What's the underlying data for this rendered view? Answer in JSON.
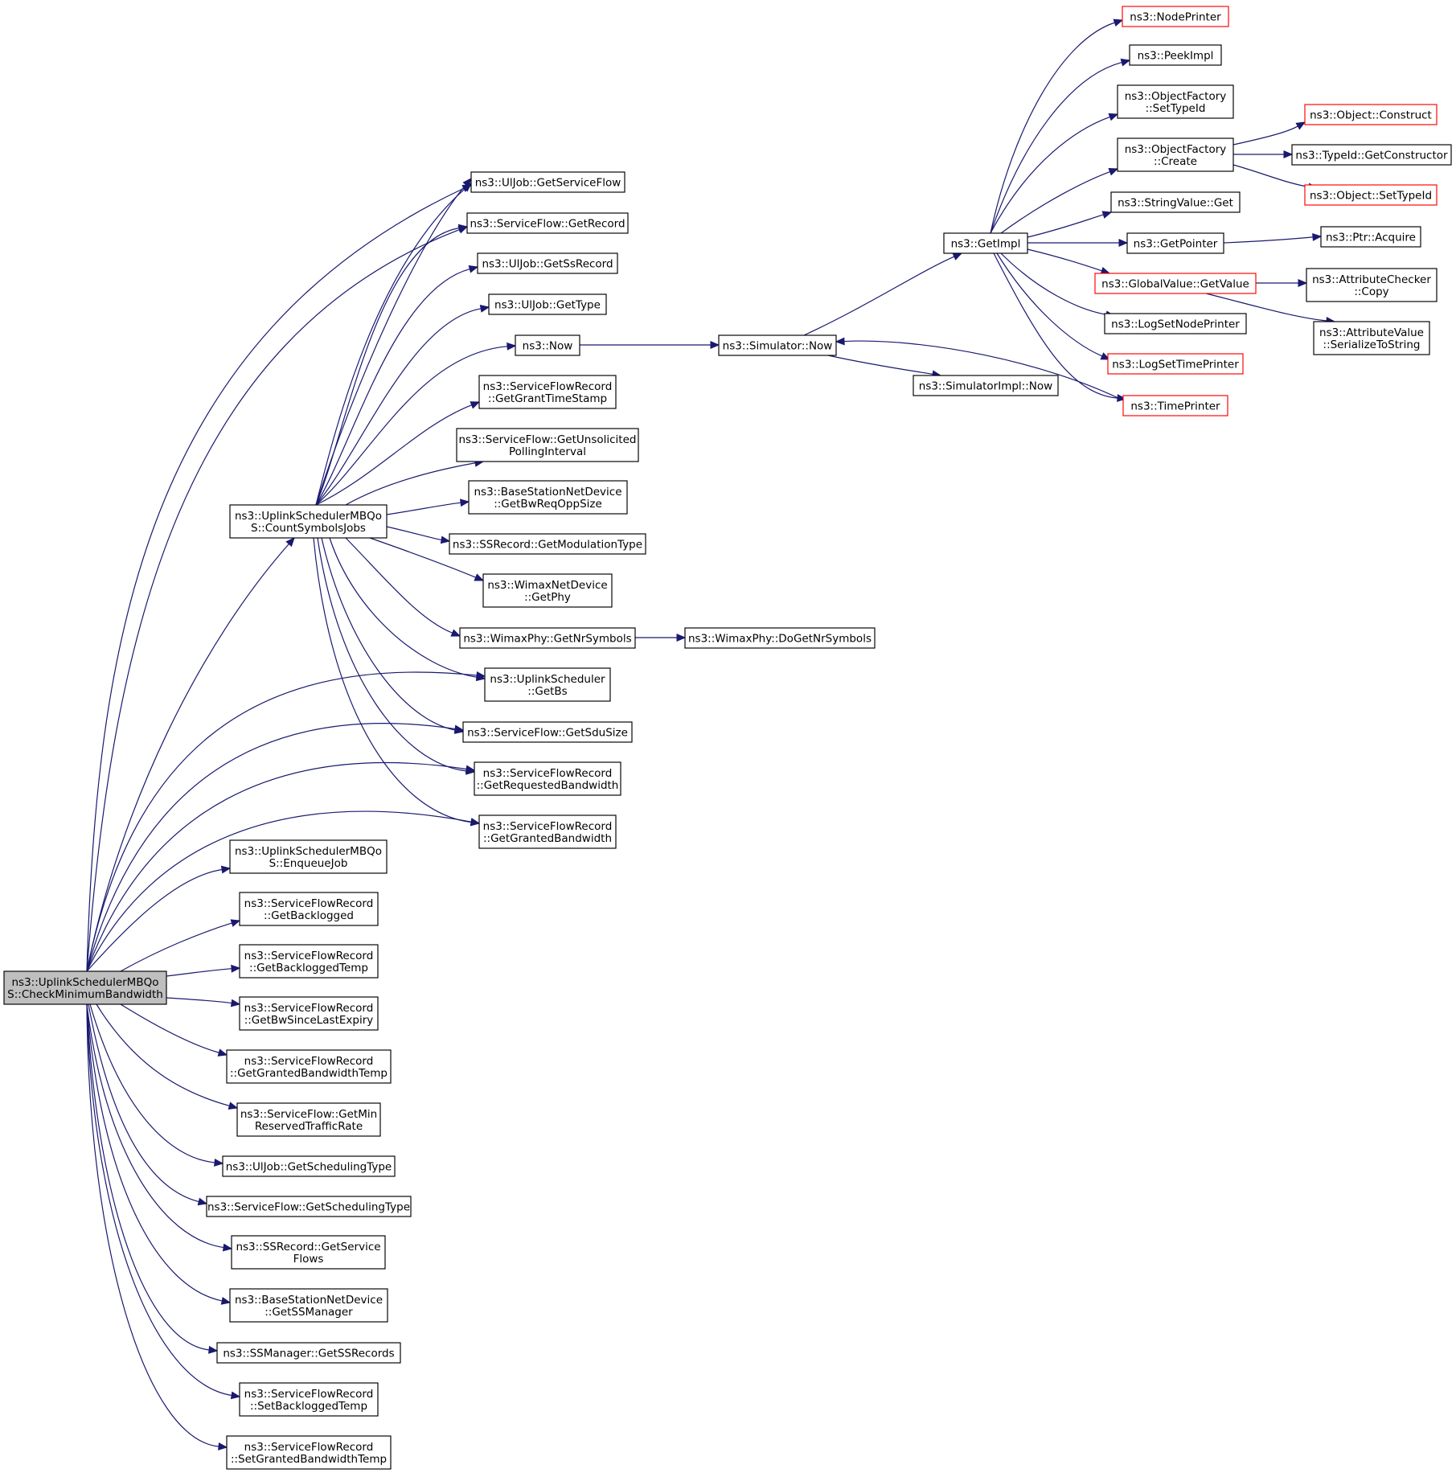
{
  "colors": {
    "edge": "#191970",
    "node_border": "#000000",
    "node_fill": "#ffffff",
    "root_fill": "#bfbfbf",
    "truncated_border": "#ff0000"
  },
  "nodes": {
    "check": {
      "lines": [
        "ns3::UplinkSchedulerMBQo",
        "S::CheckMinimumBandwidth"
      ],
      "style": "root"
    },
    "count": {
      "lines": [
        "ns3::UplinkSchedulerMBQo",
        "S::CountSymbolsJobs"
      ]
    },
    "enqueue": {
      "lines": [
        "ns3::UplinkSchedulerMBQo",
        "S::EnqueueJob"
      ]
    },
    "getBacklogged": {
      "lines": [
        "ns3::ServiceFlowRecord",
        "::GetBacklogged"
      ]
    },
    "getBackloggedTemp": {
      "lines": [
        "ns3::ServiceFlowRecord",
        "::GetBackloggedTemp"
      ]
    },
    "getBwSince": {
      "lines": [
        "ns3::ServiceFlowRecord",
        "::GetBwSinceLastExpiry"
      ]
    },
    "getGrantedBwTemp": {
      "lines": [
        "ns3::ServiceFlowRecord",
        "::GetGrantedBandwidthTemp"
      ]
    },
    "getMinRes": {
      "lines": [
        "ns3::ServiceFlow::GetMin",
        "ReservedTrafficRate"
      ]
    },
    "ulSchedType": {
      "lines": [
        "ns3::UlJob::GetSchedulingType"
      ]
    },
    "sfSchedType": {
      "lines": [
        "ns3::ServiceFlow::GetSchedulingType"
      ]
    },
    "getServiceFlows": {
      "lines": [
        "ns3::SSRecord::GetService",
        "Flows"
      ]
    },
    "getSSManager": {
      "lines": [
        "ns3::BaseStationNetDevice",
        "::GetSSManager"
      ]
    },
    "getSSRecords": {
      "lines": [
        "ns3::SSManager::GetSSRecords"
      ]
    },
    "setBackloggedTemp": {
      "lines": [
        "ns3::ServiceFlowRecord",
        "::SetBackloggedTemp"
      ]
    },
    "setGrantedBwTemp": {
      "lines": [
        "ns3::ServiceFlowRecord",
        "::SetGrantedBandwidthTemp"
      ]
    },
    "ulGetServiceFlow": {
      "lines": [
        "ns3::UlJob::GetServiceFlow"
      ]
    },
    "sfGetRecord": {
      "lines": [
        "ns3::ServiceFlow::GetRecord"
      ]
    },
    "ulGetSsRecord": {
      "lines": [
        "ns3::UlJob::GetSsRecord"
      ]
    },
    "ulGetType": {
      "lines": [
        "ns3::UlJob::GetType"
      ]
    },
    "now": {
      "lines": [
        "ns3::Now"
      ]
    },
    "grantTS": {
      "lines": [
        "ns3::ServiceFlowRecord",
        "::GetGrantTimeStamp"
      ]
    },
    "unsolicited": {
      "lines": [
        "ns3::ServiceFlow::GetUnsolicited",
        "PollingInterval"
      ]
    },
    "bwReqOpp": {
      "lines": [
        "ns3::BaseStationNetDevice",
        "::GetBwReqOppSize"
      ]
    },
    "modType": {
      "lines": [
        "ns3::SSRecord::GetModulationType"
      ]
    },
    "getPhy": {
      "lines": [
        "ns3::WimaxNetDevice",
        "::GetPhy"
      ]
    },
    "nrSymbols": {
      "lines": [
        "ns3::WimaxPhy::GetNrSymbols"
      ]
    },
    "doNrSymbols": {
      "lines": [
        "ns3::WimaxPhy::DoGetNrSymbols"
      ]
    },
    "getBs": {
      "lines": [
        "ns3::UplinkScheduler",
        "::GetBs"
      ]
    },
    "sduSize": {
      "lines": [
        "ns3::ServiceFlow::GetSduSize"
      ]
    },
    "reqBw": {
      "lines": [
        "ns3::ServiceFlowRecord",
        "::GetRequestedBandwidth"
      ]
    },
    "grantedBw": {
      "lines": [
        "ns3::ServiceFlowRecord",
        "::GetGrantedBandwidth"
      ]
    },
    "simNow": {
      "lines": [
        "ns3::Simulator::Now"
      ]
    },
    "simImplNow": {
      "lines": [
        "ns3::SimulatorImpl::Now"
      ]
    },
    "getImpl": {
      "lines": [
        "ns3::GetImpl"
      ]
    },
    "nodePrinter": {
      "lines": [
        "ns3::NodePrinter"
      ],
      "style": "truncated"
    },
    "peekImpl": {
      "lines": [
        "ns3::PeekImpl"
      ]
    },
    "ofSetTypeId": {
      "lines": [
        "ns3::ObjectFactory",
        "::SetTypeId"
      ]
    },
    "ofCreate": {
      "lines": [
        "ns3::ObjectFactory",
        "::Create"
      ]
    },
    "svGet": {
      "lines": [
        "ns3::StringValue::Get"
      ]
    },
    "getPointer": {
      "lines": [
        "ns3::GetPointer"
      ]
    },
    "gvGetValue": {
      "lines": [
        "ns3::GlobalValue::GetValue"
      ],
      "style": "truncated"
    },
    "logNodePrinter": {
      "lines": [
        "ns3::LogSetNodePrinter"
      ]
    },
    "logTimePrinter": {
      "lines": [
        "ns3::LogSetTimePrinter"
      ],
      "style": "truncated"
    },
    "timePrinter": {
      "lines": [
        "ns3::TimePrinter"
      ],
      "style": "truncated"
    },
    "objConstruct": {
      "lines": [
        "ns3::Object::Construct"
      ],
      "style": "truncated"
    },
    "tidGetConstructor": {
      "lines": [
        "ns3::TypeId::GetConstructor"
      ]
    },
    "objSetTypeId": {
      "lines": [
        "ns3::Object::SetTypeId"
      ],
      "style": "truncated"
    },
    "ptrAcquire": {
      "lines": [
        "ns3::Ptr::Acquire"
      ]
    },
    "acCopy": {
      "lines": [
        "ns3::AttributeChecker",
        "::Copy"
      ]
    },
    "avSerialize": {
      "lines": [
        "ns3::AttributeValue",
        "::SerializeToString"
      ]
    }
  }
}
